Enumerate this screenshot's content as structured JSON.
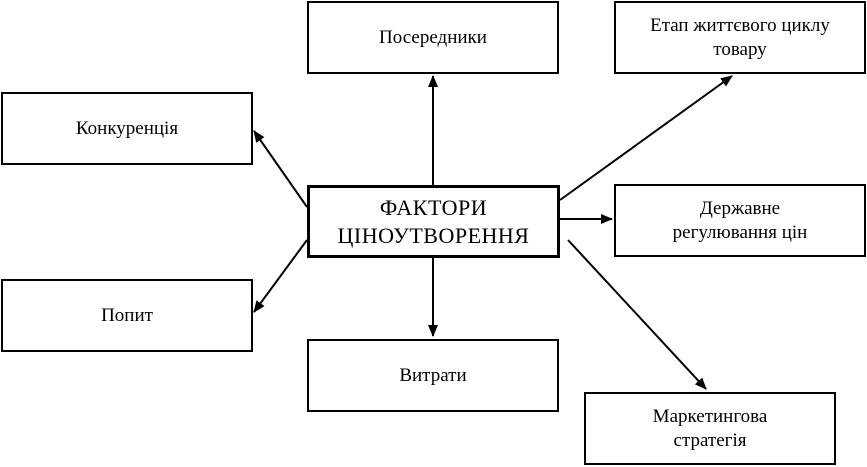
{
  "diagram": {
    "center": {
      "line1": "ФАКТОРИ",
      "line2": "ЦІНОУТВОРЕННЯ"
    },
    "factors": {
      "intermediaries": "Посередники",
      "lifecycle_line1": "Етап життєвого циклу",
      "lifecycle_line2": "товару",
      "competition": "Конкуренція",
      "regulation_line1": "Державне",
      "regulation_line2": "регулювання цін",
      "demand": "Попит",
      "costs": "Витрати",
      "marketing_line1": "Маркетингова",
      "marketing_line2": "стратегія"
    }
  }
}
